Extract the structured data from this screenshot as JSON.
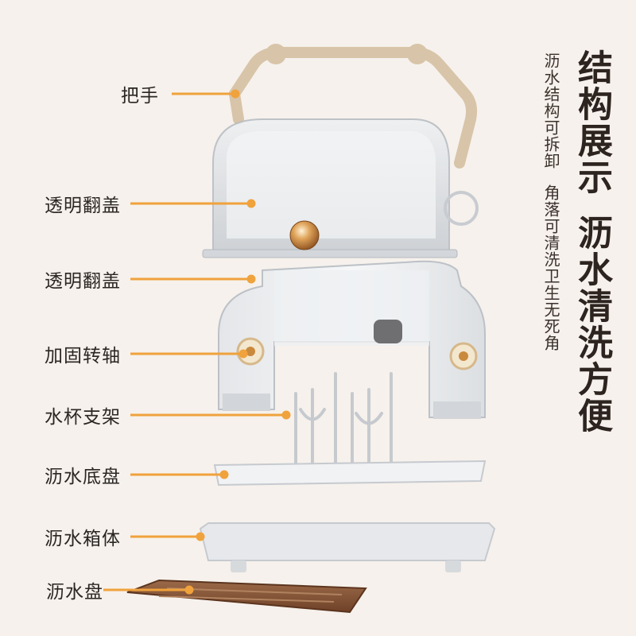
{
  "headline": {
    "line1": "结构展示",
    "line2": "沥水清洗方便"
  },
  "subtext": {
    "line1": "沥水结构可拆卸",
    "line2": "角落可清洗卫生无死角"
  },
  "parts": [
    {
      "label": "把手"
    },
    {
      "label": "透明翻盖"
    },
    {
      "label": "透明翻盖"
    },
    {
      "label": "加固转轴"
    },
    {
      "label": "水杯支架"
    },
    {
      "label": "沥水底盘"
    },
    {
      "label": "沥水箱体"
    },
    {
      "label": "沥水盘"
    }
  ],
  "colors": {
    "background": "#f6f1ec",
    "leader_line": "#f0a23c",
    "handle": "#d8c4a8",
    "tray": "#8b5a3c",
    "knob": "#c98a3e"
  }
}
